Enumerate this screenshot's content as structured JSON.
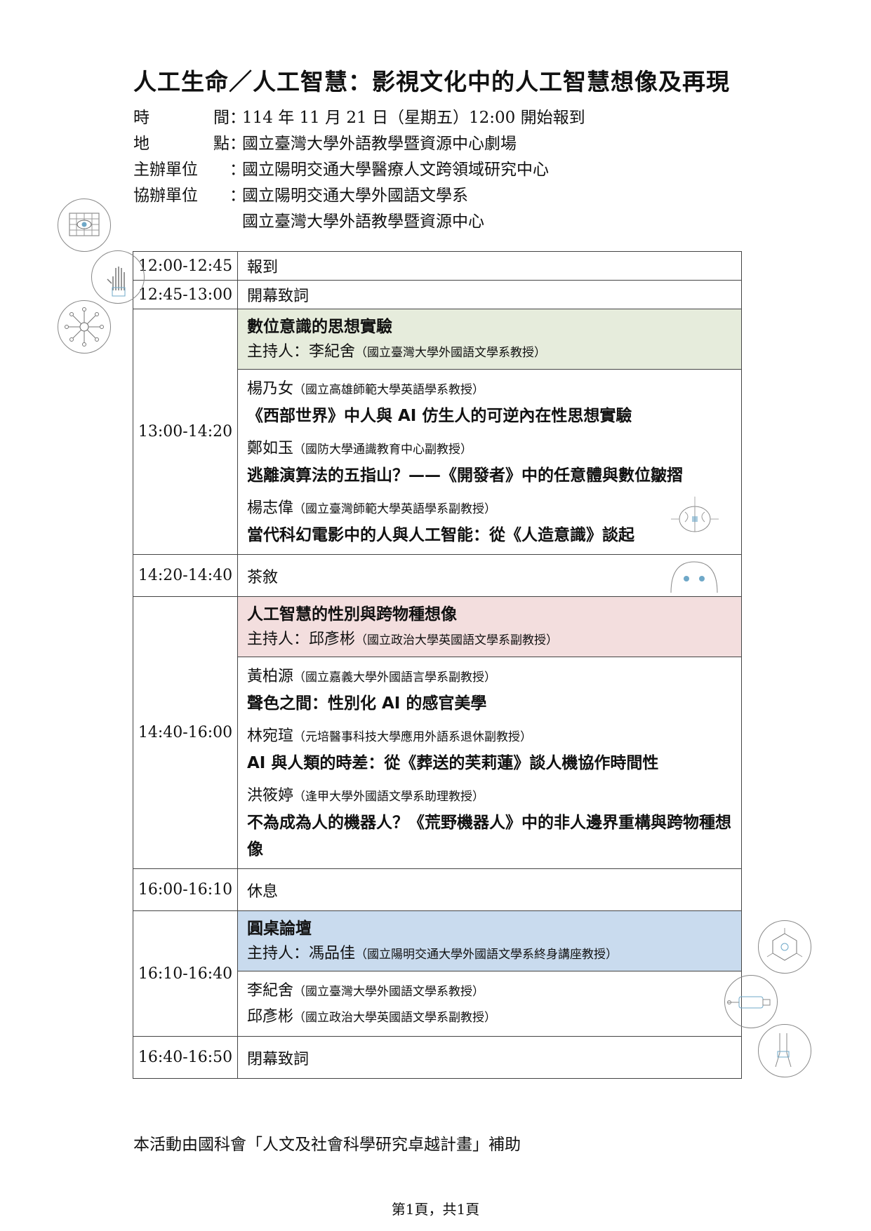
{
  "title": "人工生命／人工智慧：影視文化中的人工智慧想像及再現",
  "info": {
    "time_label": [
      "時",
      "間"
    ],
    "time_value": "114 年 11 月 21 日（星期五）12:00 開始報到",
    "place_label": [
      "地",
      "點"
    ],
    "place_value": "國立臺灣大學外語教學暨資源中心劇場",
    "organizer_label": "主辦單位",
    "organizer_value": "國立陽明交通大學醫療人文跨領域研究中心",
    "coorganizer_label": "協辦單位",
    "coorganizer_values": [
      "國立陽明交通大學外國語文學系",
      "國立臺灣大學外語教學暨資源中心"
    ],
    "colon": "："
  },
  "schedule": {
    "row1": {
      "time": "12:00-12:45",
      "text": "報到"
    },
    "row2": {
      "time": "12:45-13:00",
      "text": "開幕致詞"
    },
    "session1": {
      "time": "13:00-14:20",
      "title": "數位意識的思想實驗",
      "host_prefix": "主持人：李紀舍",
      "host_affil": "（國立臺灣大學外國語文學系教授）",
      "talks": [
        {
          "speaker": "楊乃女",
          "affil": "（國立高雄師範大學英語學系教授）",
          "topic": "《西部世界》中人與 AI 仿生人的可逆內在性思想實驗"
        },
        {
          "speaker": "鄭如玉",
          "affil": "（國防大學通識教育中心副教授）",
          "topic": "逃離演算法的五指山？——《開發者》中的任意體與數位皺摺"
        },
        {
          "speaker": "楊志偉",
          "affil": "（國立臺灣師範大學英語學系副教授）",
          "topic": "當代科幻電影中的人與人工智能：從《人造意識》談起"
        }
      ]
    },
    "row_tea": {
      "time": "14:20-14:40",
      "text": "茶敘"
    },
    "session2": {
      "time": "14:40-16:00",
      "title": "人工智慧的性別與跨物種想像",
      "host_prefix": "主持人：邱彥彬",
      "host_affil": "（國立政治大學英國語文學系副教授）",
      "talks": [
        {
          "speaker": "黃柏源",
          "affil": "（國立嘉義大學外國語言學系副教授）",
          "topic": "聲色之間：性別化 AI 的感官美學"
        },
        {
          "speaker": "林宛瑄",
          "affil": "（元培醫事科技大學應用外語系退休副教授）",
          "topic": "AI 與人類的時差：從《葬送的芙莉蓮》談人機協作時間性"
        },
        {
          "speaker": "洪筱婷",
          "affil": "（逢甲大學外國語文學系助理教授）",
          "topic": "不為成為人的機器人？《荒野機器人》中的非人邊界重構與跨物種想像"
        }
      ]
    },
    "row_break": {
      "time": "16:00-16:10",
      "text": "休息"
    },
    "session3": {
      "time": "16:10-16:40",
      "title": "圓桌論壇",
      "host_prefix": "主持人：馮品佳",
      "host_affil": "（國立陽明交通大學外國語文學系終身講座教授）",
      "panelists": [
        {
          "speaker": "李紀舍",
          "affil": "（國立臺灣大學外國語文學系教授）"
        },
        {
          "speaker": "邱彥彬",
          "affil": "（國立政治大學英國語文學系副教授）"
        }
      ]
    },
    "row_close": {
      "time": "16:40-16:50",
      "text": "閉幕致詞"
    }
  },
  "footer_note": "本活動由國科會「人文及社會科學研究卓越計畫」補助",
  "page_number": "第1頁，共1頁",
  "colors": {
    "green": "#e6ecdc",
    "pink": "#f3dede",
    "blue": "#c9dbee",
    "border": "#444444"
  }
}
